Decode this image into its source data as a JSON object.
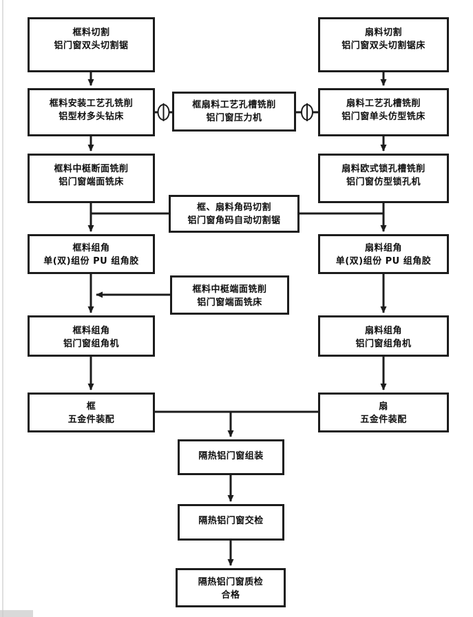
{
  "colors": {
    "line": "#1c1c1c",
    "background": "#ffffff",
    "text": "#0f0f0f"
  },
  "nodes": {
    "l1": {
      "line1": "框料切割",
      "line2": "铝门窗双头切割锯"
    },
    "r1": {
      "line1": "扇料切割",
      "line2": "铝门窗双头切割锯床"
    },
    "l2": {
      "line1": "框料安装工艺孔铣削",
      "line2": "铝型材多头钻床"
    },
    "m2": {
      "line1": "框扇料工艺孔槽铣削",
      "line2": "铝门窗压力机"
    },
    "r2": {
      "line1": "扇料工艺孔槽铣削",
      "line2": "铝门窗单头仿型铣床"
    },
    "l3": {
      "line1": "框料中梃断面铣削",
      "line2": "铝门窗端面铣床"
    },
    "r3": {
      "line1": "扇料欧式锁孔槽铣削",
      "line2": "铝门窗仿型锁孔机"
    },
    "m3": {
      "line1": "框、扇料角码切割",
      "line2": "铝门窗角码自动切割锯"
    },
    "l4": {
      "line1": "框料组角",
      "line2": "单(双)组份 PU 组角胶"
    },
    "r4": {
      "line1": "扇料组角",
      "line2": "单(双)组份 PU 组角胶"
    },
    "m4": {
      "line1": "框料中梃端面铣削",
      "line2": "铝门窗端面铣床"
    },
    "l5": {
      "line1": "框料组角",
      "line2": "铝门窗组角机"
    },
    "r5": {
      "line1": "扇料组角",
      "line2": "铝门窗组角机"
    },
    "l6": {
      "line1": "框",
      "line2": "五金件装配"
    },
    "r6": {
      "line1": "扇",
      "line2": "五金件装配"
    },
    "b1": {
      "line1": "隔热铝门窗组装",
      "line2": ""
    },
    "b2": {
      "line1": "隔热铝门窗交检",
      "line2": ""
    },
    "b3": {
      "line1": "隔热铝门窗质检",
      "line2": "合格"
    }
  }
}
